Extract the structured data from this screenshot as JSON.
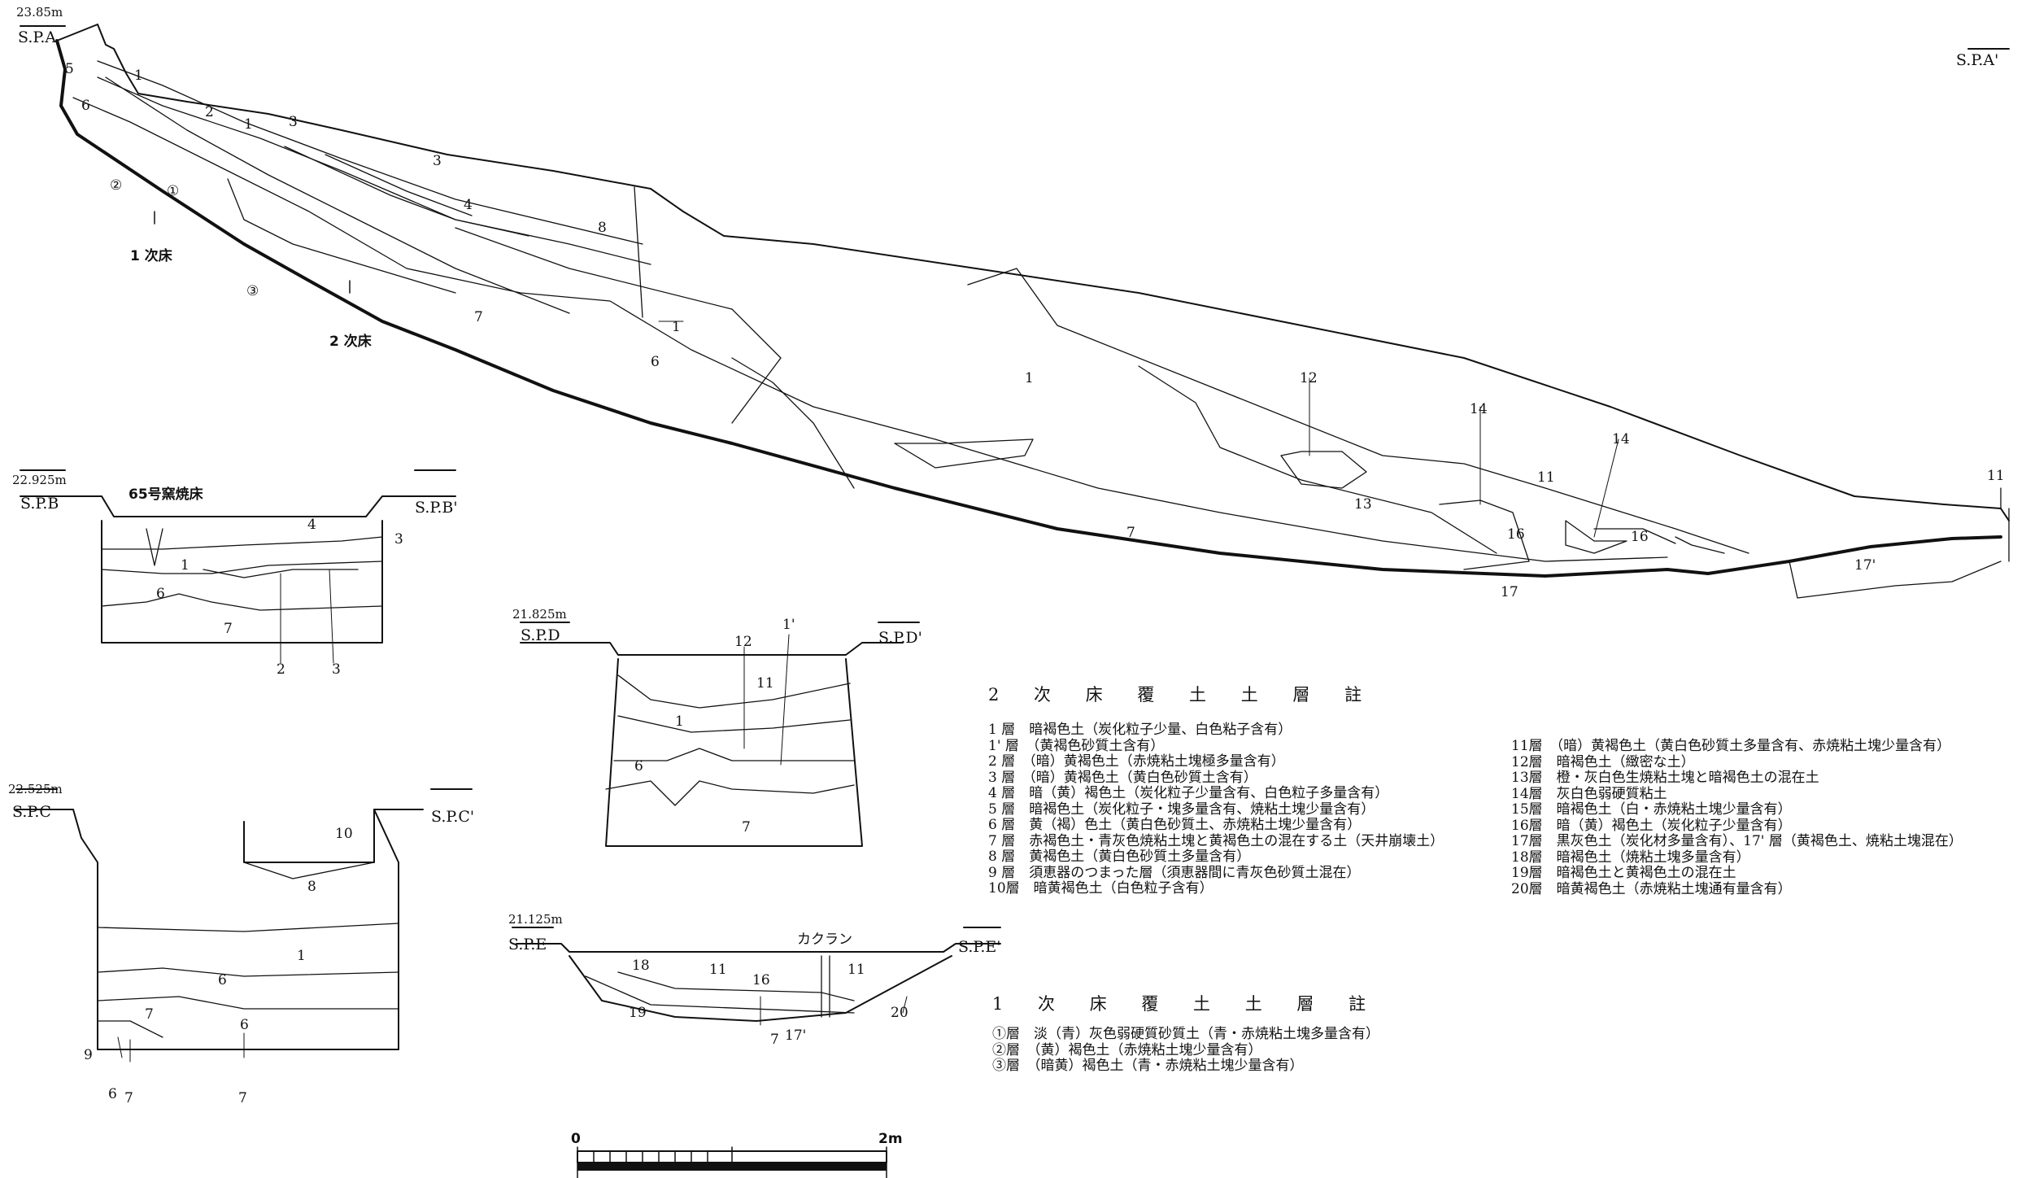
{
  "section_a": {
    "elevation": "23.85m",
    "left_label": "S.P.A",
    "right_label": "S.P.A'",
    "floor_labels": {
      "first": "1 次床",
      "second": "2 次床"
    },
    "layer_labels": [
      "5",
      "6",
      "1",
      "2",
      "1",
      "3",
      "3",
      "4",
      "8",
      "1",
      "②",
      "①",
      "③",
      "7",
      "6",
      "1",
      "12",
      "14",
      "14",
      "11",
      "13",
      "16",
      "16",
      "7",
      "17",
      "17'",
      "11"
    ]
  },
  "section_b": {
    "elevation": "22.925m",
    "left_label": "S.P.B",
    "right_label": "S.P.B'",
    "kiln_label": "65号窯焼床",
    "layer_labels": [
      "4",
      "3",
      "1",
      "6",
      "7",
      "2",
      "3"
    ]
  },
  "section_c": {
    "elevation": "22.525m",
    "left_label": "S.P.C",
    "right_label": "S.P.C'",
    "layer_labels": [
      "10",
      "8",
      "1",
      "6",
      "7",
      "6",
      "9",
      "6",
      "7",
      "7"
    ]
  },
  "section_d": {
    "elevation": "21.825m",
    "left_label": "S.P.D",
    "right_label": "S.P.D'",
    "layer_labels": [
      "12",
      "1'",
      "11",
      "1",
      "6",
      "7"
    ]
  },
  "section_e": {
    "elevation": "21.125m",
    "left_label": "S.P.E",
    "right_label": "S.P.E'",
    "note": "カクラン",
    "layer_labels": [
      "18",
      "11",
      "16",
      "11",
      "19",
      "7",
      "17'",
      "20"
    ]
  },
  "legend_second": {
    "title": "2 次 床 覆 土 土 層 註",
    "left_rows": [
      "1 層　暗褐色土（炭化粒子少量、白色粘子含有）",
      "1' 層　（黄褐色砂質土含有）",
      "2 層　（暗）黄褐色土（赤焼粘土塊極多量含有）",
      "3 層　（暗）黄褐色土（黄白色砂質土含有）",
      "4 層　暗（黄）褐色土（炭化粒子少量含有、白色粒子多量含有）",
      "5 層　暗褐色土（炭化粒子・塊多量含有、焼粘土塊少量含有）",
      "6 層　黄（褐）色土（黄白色砂質土、赤焼粘土塊少量含有）",
      "7 層　赤褐色土・青灰色焼粘土塊と黄褐色土の混在する土（天井崩壊土）",
      "8 層　黄褐色土（黄白色砂質土多量含有）",
      "9 層　須恵器のつまった層（須恵器間に青灰色砂質土混在）",
      "10層　暗黄褐色土（白色粒子含有）"
    ],
    "right_rows": [
      "11層　（暗）黄褐色土（黄白色砂質土多量含有、赤焼粘土塊少量含有）",
      "12層　暗褐色土（緻密な土）",
      "13層　橙・灰白色生焼粘土塊と暗褐色土の混在土",
      "14層　灰白色弱硬質粘土",
      "15層　暗褐色土（白・赤焼粘土塊少量含有）",
      "16層　暗（黄）褐色土（炭化粒子少量含有）",
      "17層　黒灰色土（炭化材多量含有）、17' 層（黄褐色土、焼粘土塊混在）",
      "18層　暗褐色土（焼粘土塊多量含有）",
      "19層　暗褐色土と黄褐色土の混在土",
      "20層　暗黄褐色土（赤焼粘土塊通有量含有）"
    ]
  },
  "legend_first": {
    "title": "1 次 床 覆 土 土 層 註",
    "rows": [
      "①層　淡（青）灰色弱硬質砂質土（青・赤焼粘土塊多量含有）",
      "②層　（黄）褐色土（赤焼粘土塊少量含有）",
      "③層　（暗黄）褐色土（青・赤焼粘土塊少量含有）"
    ]
  },
  "scale": {
    "start": "0",
    "end": "2m"
  }
}
